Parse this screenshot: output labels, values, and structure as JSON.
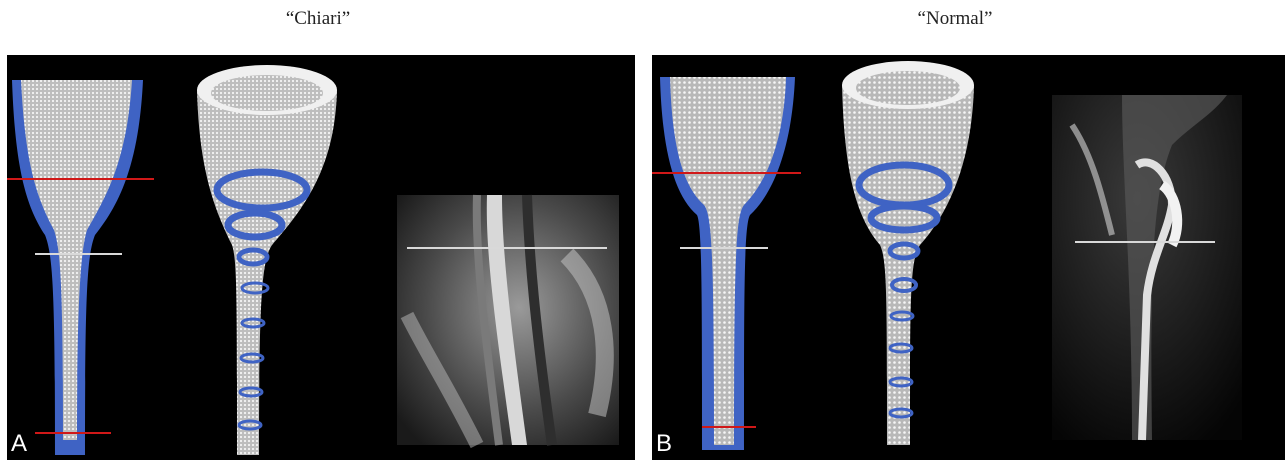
{
  "figure": {
    "panels": [
      {
        "title": "“Chiari”",
        "letter": "A"
      },
      {
        "title": "“Normal”",
        "letter": "B"
      }
    ]
  },
  "colors": {
    "background": "#000000",
    "mesh": "#e8e8e8",
    "cross_section": "#3f63c4",
    "marker_red": "#d01818",
    "marker_white": "#d9d9d9"
  }
}
